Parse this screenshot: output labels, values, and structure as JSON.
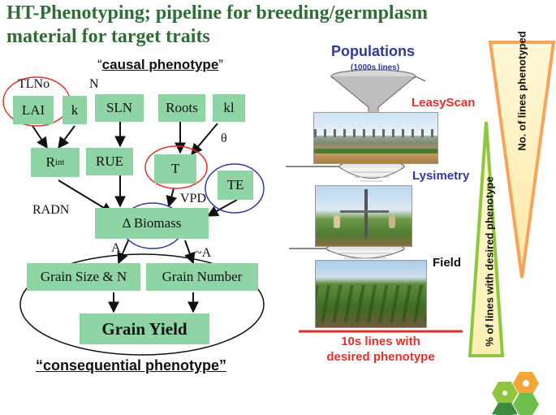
{
  "title": {
    "line1": "HT-Phenotyping; pipeline for breeding/germplasm",
    "line2": "material for target traits"
  },
  "left": {
    "causal_open": "“",
    "causal_text": "causal phenotype",
    "causal_close": "”",
    "consequential_text": "“consequential phenotype”",
    "labels": {
      "tlno": "TLNo",
      "n": "N",
      "theta": "θ",
      "radn": "RADN",
      "vpd": "VPD",
      "a": "A",
      "tilde_a": "~A"
    },
    "boxes": {
      "lai": "LAI",
      "k": "k",
      "sln": "SLN",
      "roots": "Roots",
      "kl": "kl",
      "rint_main": "R",
      "rint_sub": "int",
      "rue": "RUE",
      "t": "T",
      "te": "TE",
      "biomass": "Δ Biomass",
      "grain_size": "Grain Size & N",
      "grain_number": "Grain Number",
      "grain_yield": "Grain Yield"
    }
  },
  "right": {
    "populations": "Populations",
    "populations_sub": "(1000s lines)",
    "leasyscan": "LeasyScan",
    "lysimetry": "Lysimetry",
    "field": "Field",
    "result_line1": "10s lines with",
    "result_line2": "desired phenotype",
    "triangle_lines": "No. of lines phenotyped",
    "triangle_pct": "% of lines with desired phenotype"
  },
  "colors": {
    "title": "#2e6e35",
    "box": "#8fd4a4",
    "red": "#e0312b",
    "blue": "#2f3a9a",
    "orange": "#f7a35a",
    "green": "#8ec63f"
  }
}
